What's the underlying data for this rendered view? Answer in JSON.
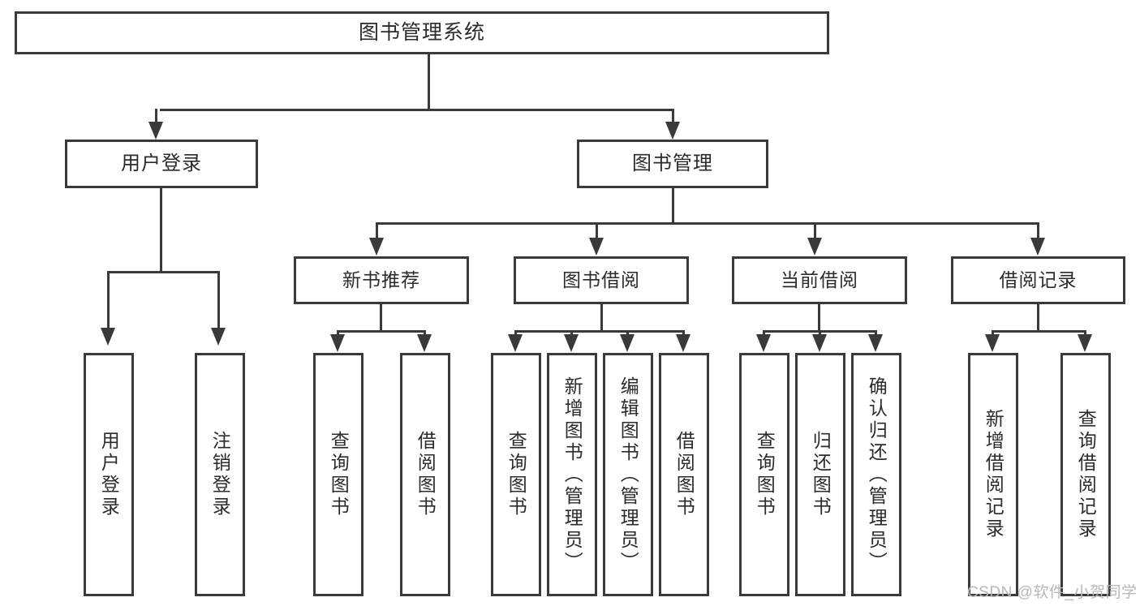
{
  "diagram": {
    "title": "图书管理系统",
    "type": "hierarchy-tree",
    "watermark": "CSDN @软件_小贺同学",
    "colors": {
      "stroke": "#3a3a3a",
      "fill": "#ffffff",
      "text": "#2b2b2b",
      "watermark": "#b8b8b8"
    },
    "nodes": {
      "root": {
        "label": "图书管理系统"
      },
      "level2": [
        {
          "label": "用户登录"
        },
        {
          "label": "图书管理"
        }
      ],
      "level3": [
        {
          "label": "新书推荐"
        },
        {
          "label": "图书借阅"
        },
        {
          "label": "当前借阅"
        },
        {
          "label": "借阅记录"
        }
      ],
      "leaves": {
        "user_login": [
          {
            "label": "用户登录"
          },
          {
            "label": "注销登录"
          }
        ],
        "new_book_recommend": [
          {
            "label": "查询图书"
          },
          {
            "label": "借阅图书"
          }
        ],
        "book_borrow": [
          {
            "label": "查询图书"
          },
          {
            "label": "新增图书（管理员）"
          },
          {
            "label": "编辑图书（管理员）"
          },
          {
            "label": "借阅图书"
          }
        ],
        "current_borrow": [
          {
            "label": "查询图书"
          },
          {
            "label": "归还图书"
          },
          {
            "label": "确认归还（管理员）"
          }
        ],
        "borrow_record": [
          {
            "label": "新增借阅记录"
          },
          {
            "label": "查询借阅记录"
          }
        ]
      }
    }
  }
}
